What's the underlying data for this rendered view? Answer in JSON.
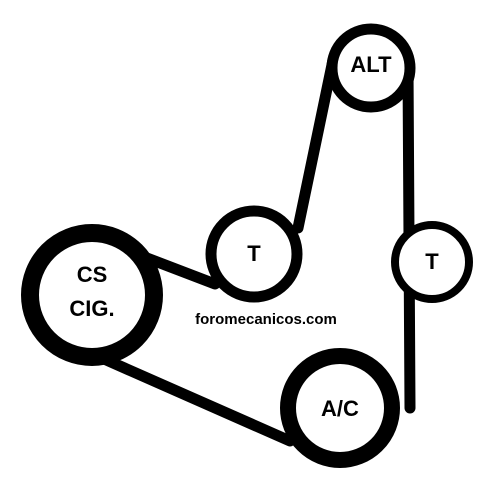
{
  "diagram": {
    "pulleys": {
      "crankshaft": {
        "line1": "CS",
        "line2": "CIG."
      },
      "tensioner_upper": {
        "label": "T"
      },
      "alternator": {
        "label": "ALT"
      },
      "tensioner_right": {
        "label": "T"
      },
      "ac_compressor": {
        "label": "A/C"
      }
    },
    "watermark": "foromecanicos.com",
    "colors": {
      "belt": "#000000",
      "pulley_fill": "#ffffff",
      "background": "#ffffff"
    }
  }
}
